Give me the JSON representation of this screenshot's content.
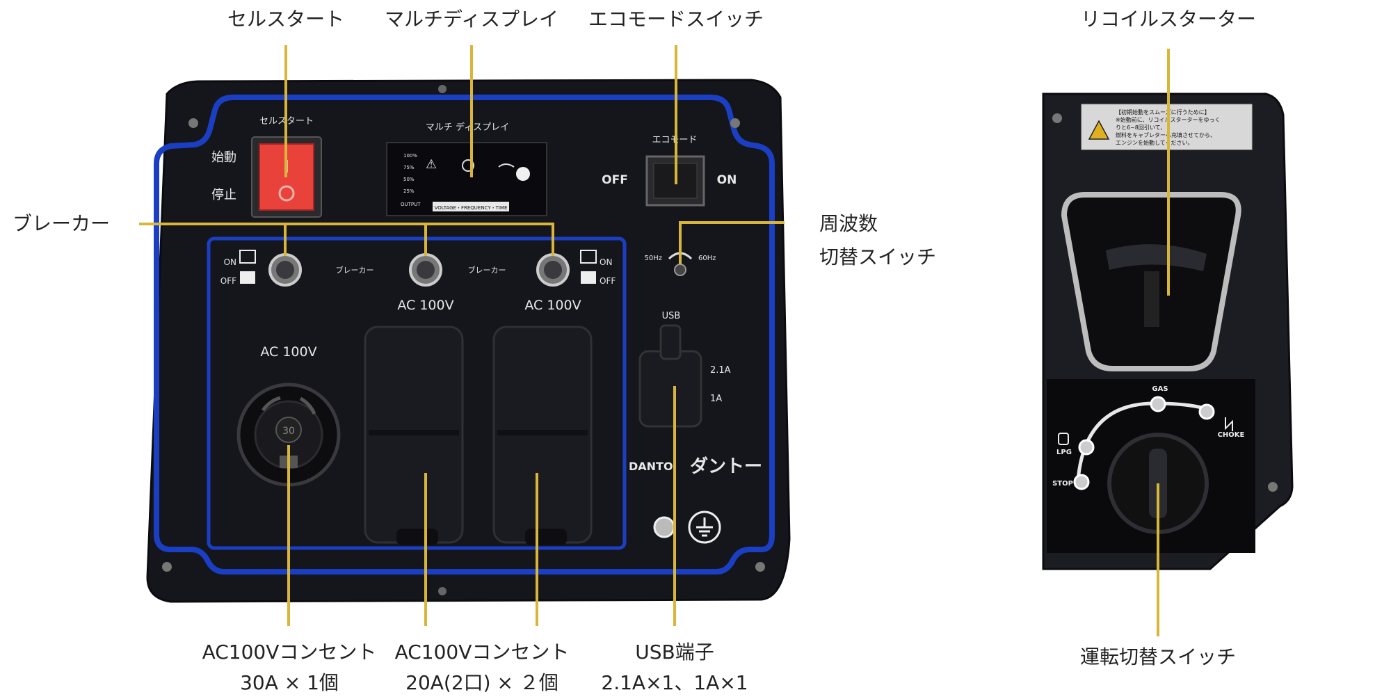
{
  "callouts": {
    "cell_start": "セルスタート",
    "multi_display": "マルチディスプレイ",
    "eco_switch": "エコモードスイッチ",
    "recoil_starter": "リコイルスターター",
    "breaker": "ブレーカー",
    "freq_switch_line1": "周波数",
    "freq_switch_line2": "切替スイッチ",
    "outlet30_line1": "AC100Vコンセント",
    "outlet30_line2": "30A × 1個",
    "outlet20_line1": "AC100Vコンセント",
    "outlet20_line2": "20A(2口) × ２個",
    "usb_line1": "USB端子",
    "usb_line2": "2.1A×1、1A×1",
    "mode_switch": "運転切替スイッチ"
  },
  "panel": {
    "cell_start_title": "セルスタート",
    "start": "始動",
    "stop": "停止",
    "display_title": "マルチ ディスプレイ",
    "display_levels": [
      "100%",
      "75%",
      "50%",
      "25%",
      "OUTPUT"
    ],
    "display_bar": "VOLTAGE・FREQUENCY・TIME",
    "eco_title": "エコモード",
    "off": "OFF",
    "on": "ON",
    "breaker": "ブレーカー",
    "breaker2": "ブレーカー",
    "on_small": "ON",
    "off_small": "OFF",
    "on_small_r": "ON",
    "off_small_r": "OFF",
    "freq_50": "50Hz",
    "freq_60": "60Hz",
    "ac_a": "AC 100V",
    "ac_b": "AC 100V",
    "ac_c": "AC 100V",
    "outlet_badge": "30",
    "usb": "USB",
    "usb_21": "2.1A",
    "usb_1": "1A",
    "brand_en": "DANTO",
    "brand_jp": "ダントー"
  },
  "side_panel": {
    "warning_line1": "【初期始動をスムーズに行うために】",
    "warning_line2": "※始動前に、リコイルスターターをゆっく",
    "warning_line3": "りと6~8回引いて、",
    "warning_line4": "燃料をキャブレターへ充填させてから、",
    "warning_line5": "エンジンを始動してください。",
    "gas": "GAS",
    "choke": "CHOKE",
    "lpg": "LPG",
    "stop": "STOP"
  },
  "colors": {
    "leader": "#d9b53a",
    "panel_trim": "#1b3fc4",
    "panel_body": "#121318",
    "start_switch": "#e8423b"
  }
}
